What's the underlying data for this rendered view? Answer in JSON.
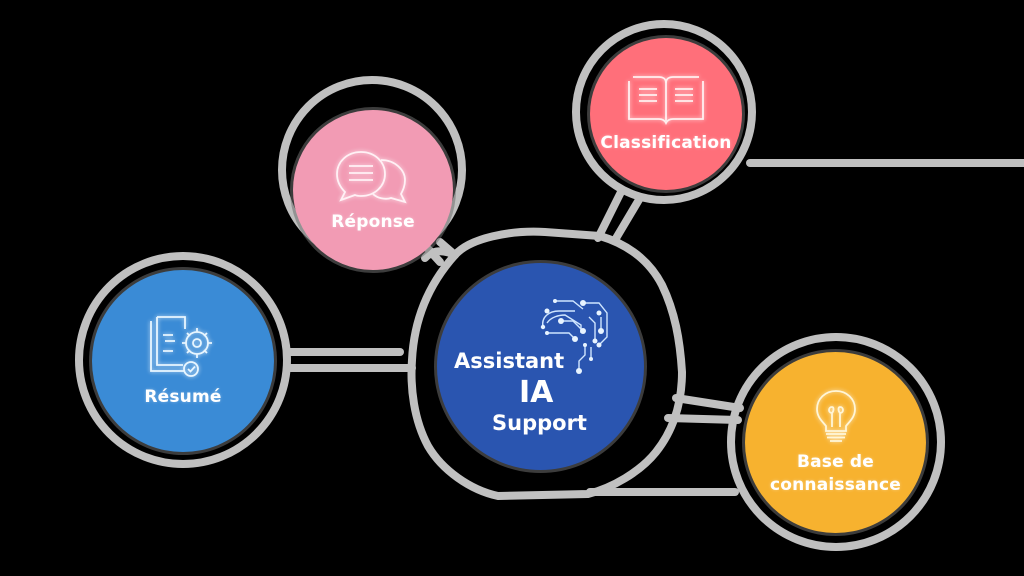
{
  "diagram": {
    "background": "#000000",
    "connector_color": "#C0C0C0",
    "center": {
      "line1": "Assistant",
      "line2": "IA",
      "line3": "Support",
      "color": "#2A55B0",
      "icon": "brain-circuit-icon"
    },
    "nodes": [
      {
        "id": "resume",
        "label": "Résumé",
        "color": "#3A8BD6",
        "icon": "document-gear-icon"
      },
      {
        "id": "reponse",
        "label": "Réponse",
        "color": "#F29BB4",
        "icon": "speech-bubbles-icon"
      },
      {
        "id": "classification",
        "label": "Classification",
        "color": "#FF6F7A",
        "icon": "open-book-icon"
      },
      {
        "id": "base",
        "label_line1": "Base de",
        "label_line2": "connaissance",
        "color": "#F7B22F",
        "icon": "lightbulb-icon"
      }
    ]
  }
}
